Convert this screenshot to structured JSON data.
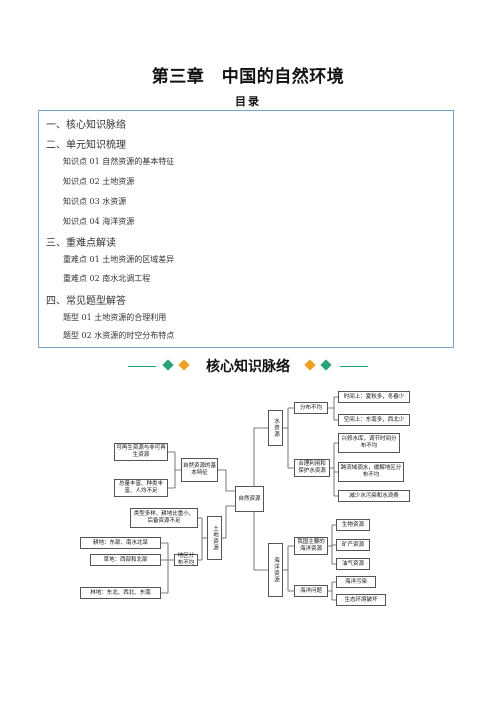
{
  "header": {
    "title": "第三章　中国的自然环境",
    "subtitle": "目录"
  },
  "toc": [
    {
      "text": "一、核心知识脉络",
      "level": 1
    },
    {
      "text": "二、单元知识梳理",
      "level": 1
    },
    {
      "text": "知识点 01  自然资源的基本特征",
      "level": 2
    },
    {
      "text": "知识点 02  土地资源",
      "level": 2
    },
    {
      "text": "知识点 03  水资源",
      "level": 2
    },
    {
      "text": "知识点 04  海洋资源",
      "level": 2
    },
    {
      "text": "三、重难点解读",
      "level": 1
    },
    {
      "text": "重难点 01  土地资源的区域差异",
      "level": 2
    },
    {
      "text": "重难点 02  南水北调工程",
      "level": 2
    },
    {
      "text": "四、常见题型解答",
      "level": 1
    },
    {
      "text": "题型 01  土地资源的合理利用",
      "level": 2
    },
    {
      "text": "题型 02  水资源的时空分布特点",
      "level": 2
    }
  ],
  "section_banner": {
    "label": "核心知识脉络",
    "accent_green": "#2aa37a",
    "accent_orange": "#f0a020"
  },
  "concept_map": {
    "center": "自然资源",
    "left_feature": "自然资源的基本特征",
    "left_feature_items": [
      "可再生资源与非可再生资源",
      "总量丰富、种类丰富、人均不足"
    ],
    "land": "土地资源",
    "land_types": "类型多样、耕地比重小、后备资源不足",
    "land_dist": "地区分布不均",
    "land_dist_items": [
      "耕地：东部、南水北旱",
      "草地：西部和北部",
      "林地：东北、西北、东南"
    ],
    "water": "水资源",
    "water_dist": "分布不均",
    "water_dist_items": [
      "时间上：夏秋多，冬春少",
      "空间上：东南多，西北少"
    ],
    "water_use": "合理利用和保护水资源",
    "water_use_items": [
      "兴修水库，调节时间分布不均",
      "跨流域调水，缓解地区分布不均",
      "减少水污染和水浪费"
    ],
    "ocean": "海洋资源",
    "ocean_main": "我国主要的海洋资源",
    "ocean_main_items": [
      "生物资源",
      "矿产资源",
      "油气资源"
    ],
    "ocean_issue": "海洋问题",
    "ocean_issue_items": [
      "海洋污染",
      "生态环境破坏"
    ]
  }
}
